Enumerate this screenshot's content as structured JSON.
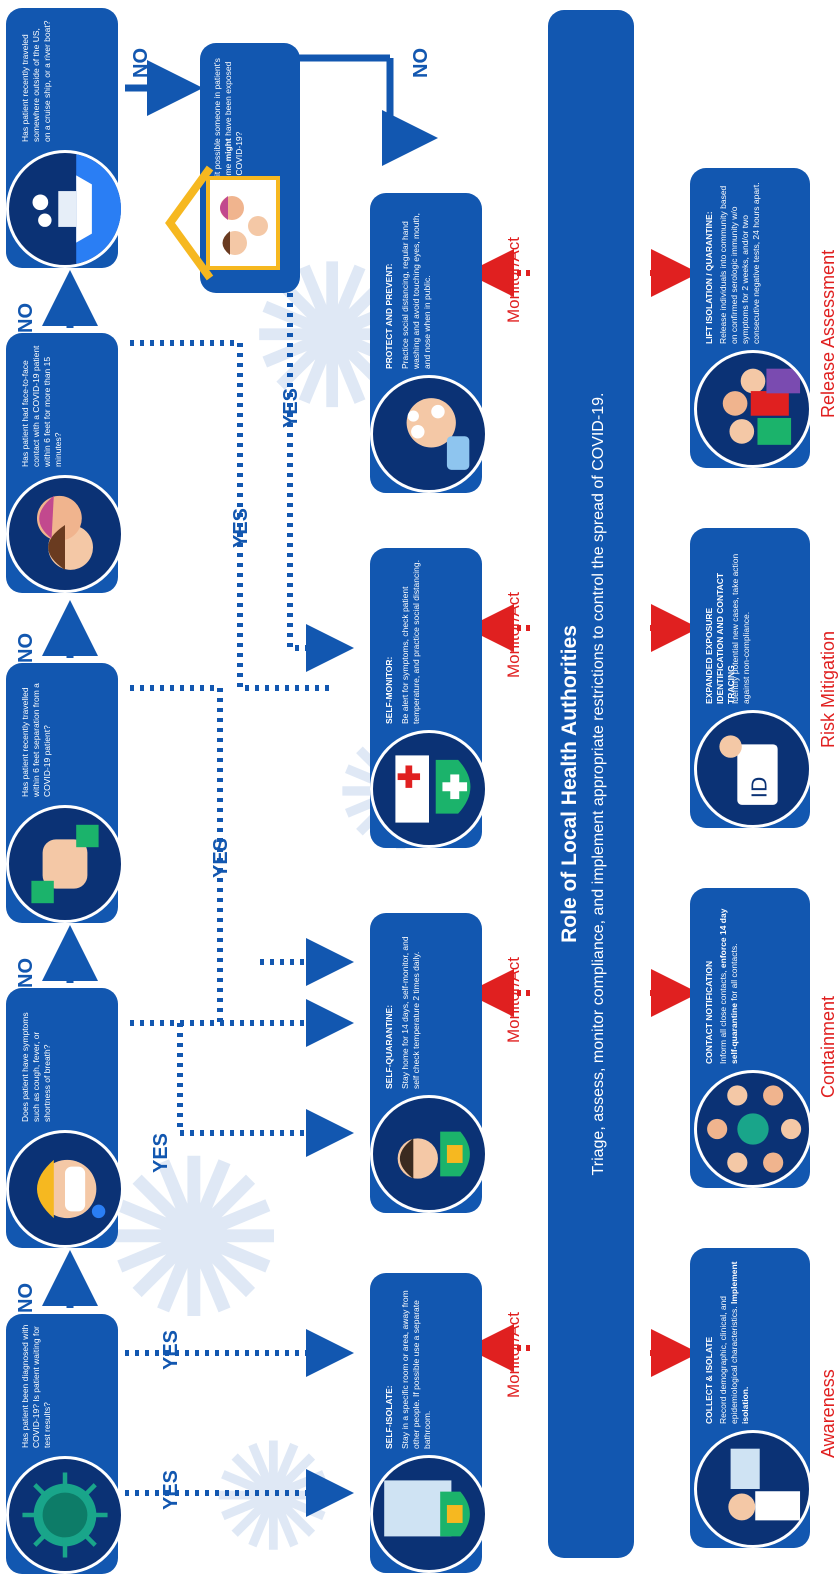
{
  "colors": {
    "primary": "#1257b0",
    "dark": "#0b3275",
    "accent_red": "#e02020",
    "connector": "#1257b0",
    "background": "#ffffff"
  },
  "questions": [
    {
      "id": "q1",
      "icon": "virus-icon",
      "text": "Has patient been diagnosed with COVID-19? Is patient waiting for test results?"
    },
    {
      "id": "q2",
      "icon": "sick-person-icon",
      "text": "Does patient have symptoms such as cough, fever, or shortness of breath?"
    },
    {
      "id": "q3",
      "icon": "handshake-icon",
      "text": "Has patient recently travelled within 6 feet separation from a COVID-19 patient?"
    },
    {
      "id": "q4",
      "icon": "face-to-face-icon",
      "text": "Has patient had face-to-face contact with a COVID-19 patient within 6 feet for more than 15 minutes?"
    },
    {
      "id": "q5",
      "icon": "cruise-ship-icon",
      "text": "Has patient recently traveled somewhere outside of the US, on a cruise ship, or a river boat?"
    },
    {
      "id": "q6",
      "icon": "family-home-icon",
      "text_before": "Is it possible someone in patient's home ",
      "text_bold": "might",
      "text_after": " have been exposed to COVID-19?"
    }
  ],
  "connector_labels": {
    "yes": "YES",
    "no": "NO"
  },
  "actions": [
    {
      "id": "a1",
      "icon": "shield-lock-icon",
      "title": "SELF-ISOLATE:",
      "text": "Stay in a specific room or area, away from other people. If possible use a separate bathroom."
    },
    {
      "id": "a2",
      "icon": "shield-lock-icon",
      "title": "SELF-QUARANTINE:",
      "text": "Stay home for 14 days, self-monitor, and self check temperature 2 times daily."
    },
    {
      "id": "a3",
      "icon": "shield-cross-icon",
      "title": "SELF-MONITOR:",
      "text": "Be alert for symptoms, check patient temperature, and practice social distancing."
    },
    {
      "id": "a4",
      "icon": "hand-washing-icon",
      "title": "PROTECT AND PREVENT:",
      "text": "Practice social distancing, regular hand washing and avoid touching eyes, mouth, and nose when in public."
    }
  ],
  "monitor_label": "Monitor/Act",
  "band": {
    "title": "Role of Local Health Authorities",
    "subtitle": "Triage, assess, monitor compliance, and implement appropriate restrictions to control the spread of COVID-19."
  },
  "authority_steps": [
    {
      "id": "r1",
      "icon": "doctor-computer-icon",
      "title": "COLLECT & ISOLATE",
      "text_before": "Record demographic, clinical, and epidemiological characteristics. ",
      "text_bold": "Implement isolation.",
      "phase": "Awareness"
    },
    {
      "id": "r2",
      "icon": "contacts-network-icon",
      "title": "CONTACT NOTIFICATION",
      "text_before": "Inform all close contacts, ",
      "text_bold": "enforce 14 day self-quarantine",
      "text_after": " for all contacts.",
      "phase": "Containment"
    },
    {
      "id": "r3",
      "icon": "id-card-icon",
      "title": "EXPANDED EXPOSURE IDENTIFICATION AND CONTACT TRACING",
      "text": "Identify potential new cases, take action against non-compliance.",
      "phase": "Risk Mitigation"
    },
    {
      "id": "r4",
      "icon": "people-group-icon",
      "title": "LIFT ISOLATION / QUARANTINE:",
      "text": "Release individuals into community based on confirmed serologic immunity w/o symptoms for 2 weeks, and/or two consecutive negative tests, 24 hours apart.",
      "phase": "Release Assessment"
    }
  ]
}
